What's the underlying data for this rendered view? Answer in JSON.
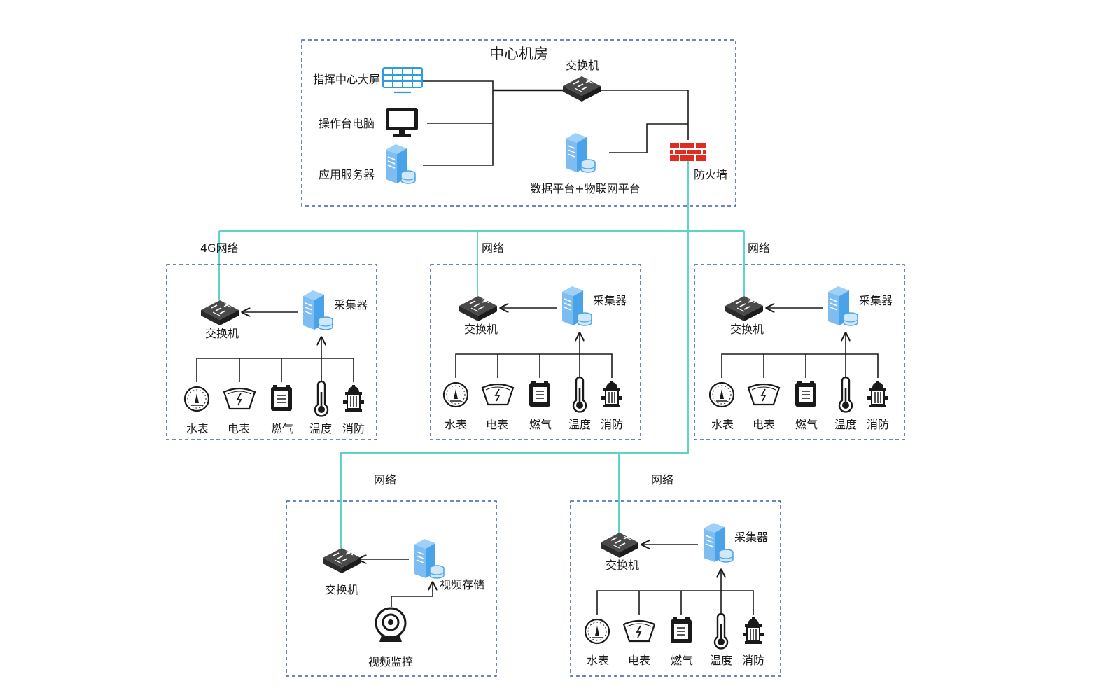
{
  "center": {
    "title": "中心机房",
    "big_screen": "指挥中心大屏",
    "console_pc": "操作台电脑",
    "app_server": "应用服务器",
    "switch": "交换机",
    "data_platform": "数据平台+物联网平台",
    "firewall": "防火墙"
  },
  "zones": [
    {
      "network": "4G网络",
      "switch": "交换机",
      "collector": "采集器",
      "sensors": [
        "水表",
        "电表",
        "燃气",
        "温度",
        "消防"
      ]
    },
    {
      "network": "网络",
      "switch": "交换机",
      "collector": "采集器",
      "sensors": [
        "水表",
        "电表",
        "燃气",
        "温度",
        "消防"
      ]
    },
    {
      "network": "网络",
      "switch": "交换机",
      "collector": "采集器",
      "sensors": [
        "水表",
        "电表",
        "燃气",
        "温度",
        "消防"
      ]
    },
    {
      "network": "网络",
      "switch": "交换机",
      "collector": "采集器",
      "sensors": [
        "水表",
        "电表",
        "燃气",
        "温度",
        "消防"
      ]
    }
  ],
  "video_zone": {
    "network": "网络",
    "switch": "交换机",
    "storage": "视频存储",
    "camera": "视频监控"
  },
  "colors": {
    "box_border": "#3b5fb0",
    "link_teal": "#5fd3c6",
    "firewall_red": "#e02b20",
    "screen_blue": "#2f9be0",
    "server_blue": "#4aa3e8"
  }
}
